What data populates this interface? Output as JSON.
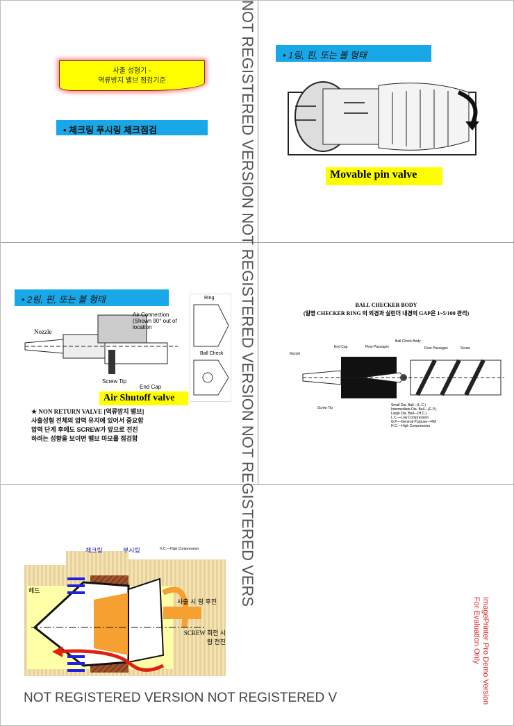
{
  "slide1": {
    "title_line1": "사출 성형기 -",
    "title_line2": "역류방지 밸브 점검기준",
    "bar_label": "• 체크링 푸시링 체크점검"
  },
  "slide2": {
    "bar_label": "• 1링, 핀, 또는 볼 형태",
    "caption": "Movable pin valve"
  },
  "slide3": {
    "bar_label": "• 2링, 핀, 또는 볼 형태",
    "labels": {
      "nozzle": "Nozzle",
      "air_connection": "Air Connection (Shown 90° out of location",
      "screw_tip": "Screw Tip",
      "end_cap": "End Cap",
      "ring": "Ring",
      "ball_check": "Ball Check"
    },
    "caption": "Air Shutoff valve",
    "notes": [
      "★ NON RETURN VALVE [역류방지 밸브]",
      "사출성형 전체의 압력 유지에 있어서 중요함",
      "압력 단계 후에도 SCREW가 앞으로 전진",
      "하려는 성향을 보이면 밸브 마모를 점검함"
    ]
  },
  "slide4": {
    "title": "BALL CHECKER BODY",
    "subtitle": "(일명 CHECKER RING 의 외경과 실린더 내경의 GAP은 1~5/100 관리)",
    "labels": {
      "nozzle": "Nozzle",
      "end_cap": "End Cap",
      "flow_passages_1": "Flow Passages",
      "ball_check_body": "Ball Check Body",
      "flow_passages_2": "Flow Passages",
      "screw": "Screw",
      "screw_tip": "Screw Tip"
    },
    "legend": [
      "Small Dia. Ball—(L.C.)",
      "Intermediate Dia. Ball—(G.P.)",
      "Large Dia. Ball—(H.C.)",
      "L.C.—Low Compression",
      "G.P.—General Purpose—RM",
      "H.C.—High Compression"
    ]
  },
  "slide5": {
    "labels": {
      "check_ring": "체크링",
      "push_ring": "부시링",
      "head": "헤드",
      "injection": "사출 시 링 후진",
      "screw_rotation": "SCREW 회전 시 링 전진",
      "legend_top": "H.C.—High Compression"
    }
  },
  "watermarks": {
    "vertical": "NOT REGISTERED VERSION NOT REGISTERED VERSION NOT REGISTERED VERS",
    "horizontal": "NOT REGISTERED VERSION NOT REGISTERED V",
    "demo_line1": "ImagePrinter Pro Demo Version",
    "demo_line2": "For Evaluation Only"
  },
  "colors": {
    "bar": "#18a8e8",
    "highlight": "#ffff00",
    "demo": "#e02020"
  }
}
